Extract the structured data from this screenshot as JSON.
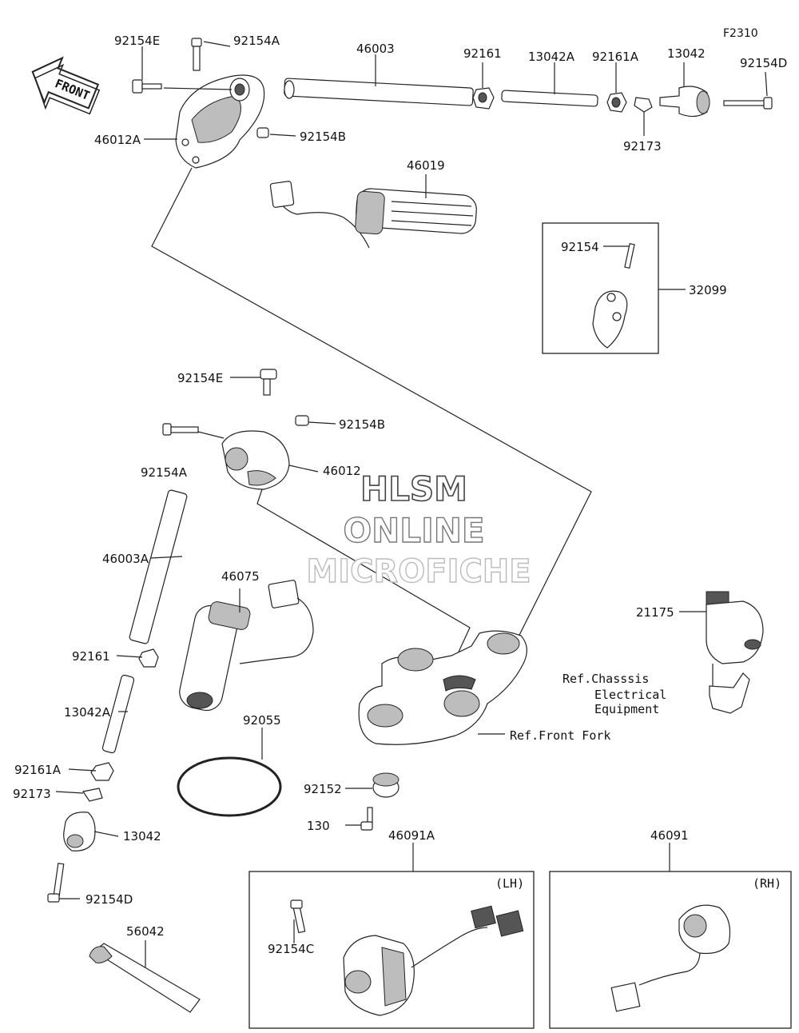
{
  "figure_code": "F2310",
  "front_label": "FRONT",
  "watermark": {
    "line1": "HLSM",
    "line2": "ONLINE",
    "line3": "MICROFICHE"
  },
  "callouts": {
    "p92154E_top": "92154E",
    "p92154A_top": "92154A",
    "p46003": "46003",
    "p92161_top": "92161",
    "p13042A_top": "13042A",
    "p92161A_top": "92161A",
    "p13042_top": "13042",
    "p92154D_top": "92154D",
    "p46012A": "46012A",
    "p92154B_top": "92154B",
    "p92173_top": "92173",
    "p46019": "46019",
    "p92154": "92154",
    "p32099": "32099",
    "p92154E_mid": "92154E",
    "p92154B_mid": "92154B",
    "p92154A_mid": "92154A",
    "p46012": "46012",
    "p46003A": "46003A",
    "p46075": "46075",
    "p92161_low": "92161",
    "p13042A_low": "13042A",
    "p92055": "92055",
    "p92161A_low": "92161A",
    "p92173_low": "92173",
    "p13042_low": "13042",
    "p92154D_low": "92154D",
    "p56042": "56042",
    "p21175": "21175",
    "ref_chassis_1": "Ref.Chasssis",
    "ref_chassis_2": "Electrical",
    "ref_chassis_3": "Equipment",
    "ref_front_fork": "Ref.Front Fork",
    "p92152": "92152",
    "p130": "130",
    "p46091A": "46091A",
    "p46091": "46091",
    "p92154C": "92154C",
    "lh": "(LH)",
    "rh": "(RH)"
  }
}
